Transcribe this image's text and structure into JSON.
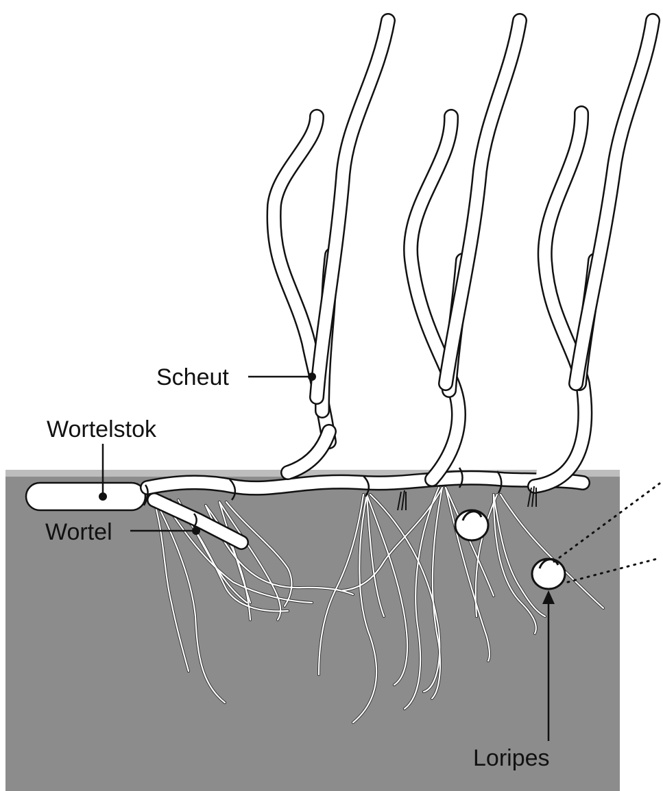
{
  "diagram": {
    "labels": {
      "shoot": "Scheut",
      "rhizome": "Wortelstok",
      "root": "Wortel",
      "loripes": "Loripes"
    },
    "colors": {
      "sediment": "#8c8c8c",
      "water_surface": "#bdbdbd",
      "plant_fill": "#ffffff",
      "outline": "#111111"
    }
  }
}
